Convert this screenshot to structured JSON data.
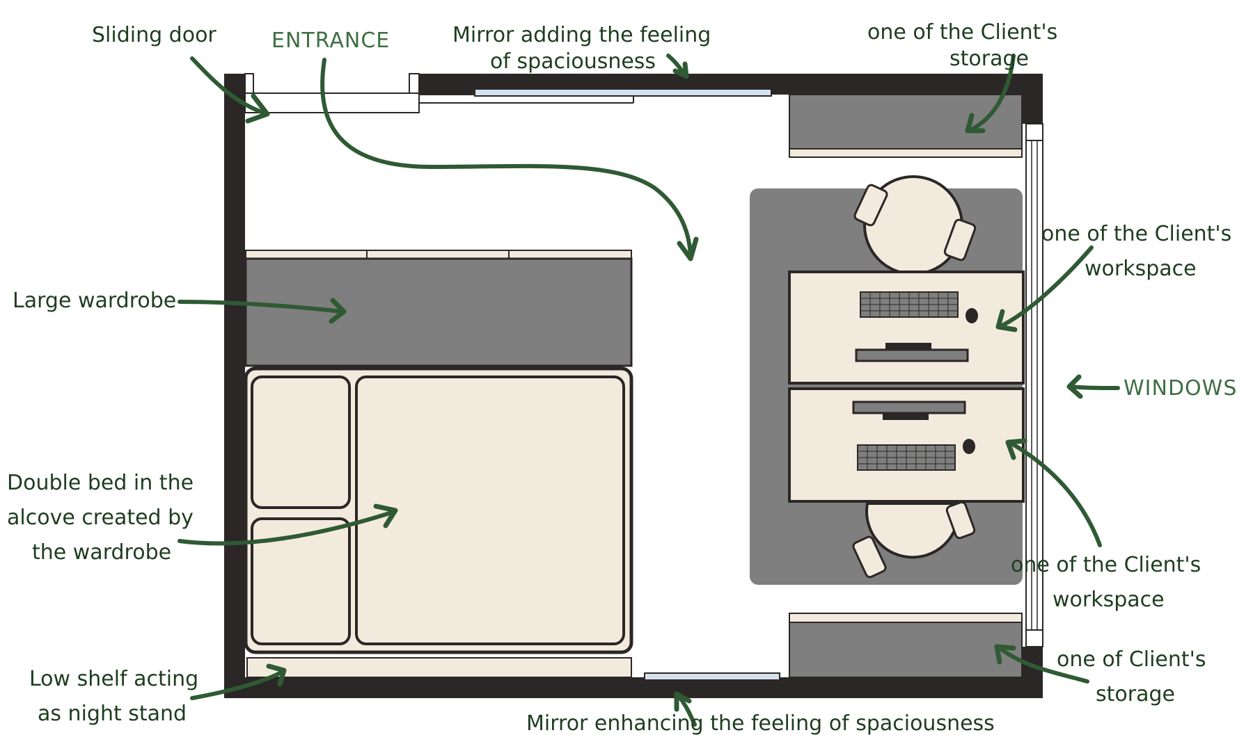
{
  "annotations": {
    "sliding_door": "Sliding door",
    "entrance": "ENTRANCE",
    "mirror_top_line1": "Mirror adding the feeling",
    "mirror_top_line2": "of spaciousness",
    "storage_top_line1": "one of the Client's",
    "storage_top_line2": "storage",
    "large_wardrobe": "Large wardrobe",
    "workspace_top_line1": "one of the Client's",
    "workspace_top_line2": "workspace",
    "windows": "WINDOWS",
    "double_bed_line1": "Double bed in the",
    "double_bed_line2": "alcove created by",
    "double_bed_line3": "the wardrobe",
    "workspace_bottom_line1": "one of the Client's",
    "workspace_bottom_line2": "workspace",
    "storage_bottom_line1": "one of Client's",
    "storage_bottom_line2": "storage",
    "low_shelf_line1": "Low shelf acting",
    "low_shelf_line2": "as night stand",
    "mirror_bottom": "Mirror enhancing the feeling of spaciousness"
  },
  "colors": {
    "wall": "#2b2726",
    "furniture_dark": "#7f7f7f",
    "furniture_light": "#f3eade",
    "annotation_text": "#1e3d1f",
    "arrow": "#2f5a34",
    "mirror": "#d6e2ee"
  }
}
